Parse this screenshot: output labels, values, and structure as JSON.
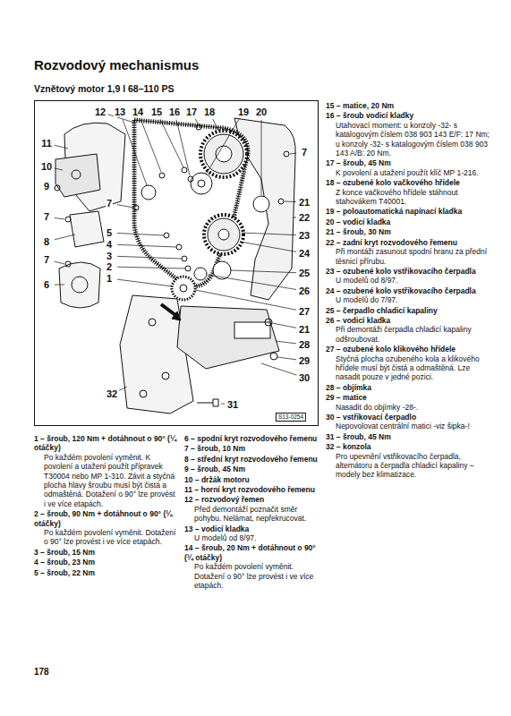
{
  "diagram": {
    "title": "Rozvodový mechanismus",
    "labels": [
      "Vznětový motor 1,9 l 68–110 PS",
      "12",
      "13",
      "14",
      "15",
      "16",
      "17",
      "18",
      "19",
      "20",
      "11",
      "10",
      "9",
      "7",
      "8",
      "7",
      "6",
      "7",
      "21",
      "22",
      "23",
      "24",
      "25",
      "26",
      "27",
      "21",
      "28",
      "29",
      "30",
      "31",
      "7",
      "5",
      "4",
      "3",
      "2",
      "1",
      "32",
      "S13-0254",
      "1 – šroub, 120 Nm + dotáhnout o 90° (¼ otáčky)",
      "Po každém povolení vyměnit. K povolení a utažení použít přípravek T30004 nebo MP 1-310. Závit a styčná plocha hlavy šroubu musí být čistá a odmaštěná. Dotažení o 90° lze provést i ve více etapách.",
      "2 – šroub, 90 Nm + dotáhnout o 90° (¼ otáčky)",
      "Po každém povolení vyměnit. Dotažení o 90° lze provést i ve více etapách.",
      "3 – šroub, 15 Nm",
      "4 – šroub, 23 Nm",
      "5 – šroub, 22 Nm",
      "6 – spodní kryt rozvodového řemenu",
      "7 – šroub, 10 Nm",
      "8 – střední kryt rozvodového řemenu",
      "9 – šroub, 45 Nm",
      "10 – držák motoru",
      "11 – horní kryt rozvodového řemenu",
      "12 – rozvodový řemen",
      "Před demontáží poznačit směr pohybu. Nelámat, nepřekrucovat.",
      "13 – vodicí kladka",
      "U modelů od 8/97.",
      "14 – šroub, 20 Nm + dotáhnout o 90° (¼ otáčky)",
      "Po každém povolení vyměnit. Dotažení o 90° lze provést i ve více etapách.",
      "15 – matice, 20 Nm",
      "16 – šroub vodicí kladky",
      "Utahovací moment: u konzoly -32- s katalogovým číslem 038 903 143 E/F: 17 Nm; u konzoly -32- s katalogovým číslem 038 903 143 A/B: 20 Nm.",
      "17 – šroub, 45 Nm",
      "K povolení a utažení použít klíč MP 1-216.",
      "18 – ozubené kolo vačkového hřídele",
      "Z konce vačkového hřídele stáhnout stahovákem T40001.",
      "19 – poloautomatická napínací kladka",
      "20 – vodicí kladka",
      "21 – šroub, 30 Nm",
      "22 – zadní kryt rozvodového řemenu",
      "Při montáži zasunout spodní hranu za přední těsnicí přírubu.",
      "23 – ozubené kolo vstřikovacího čerpadla",
      "U modelů od 8/97.",
      "24 – ozubené kolo vstřikovacího čerpadla",
      "U modelů do 7/97.",
      "25 – čerpadlo chladicí kapaliny",
      "26 – vodicí kladka",
      "Při demontáži čerpadla chladicí kapaliny odšroubovat.",
      "27 – ozubené kolo klikového hřídele",
      "Styčná plocha ozubeného kola a klikového hřídele musí být čistá a odmaštěná. Lze nasadit pouze v jedné pozici.",
      "28 – objímka",
      "29 – matice",
      "Nasadit do objímky -28-.",
      "30 – vstřikovací čerpadlo",
      "Nepovolovat centrální matici -viz šipka-!",
      "31 – šroub, 45 Nm",
      "32 – konzola",
      "Pro upevnění vstřikovacího čerpadla, alternátoru a čerpadla chladicí kapaliny – modely bez klimatizace.",
      "178"
    ]
  }
}
